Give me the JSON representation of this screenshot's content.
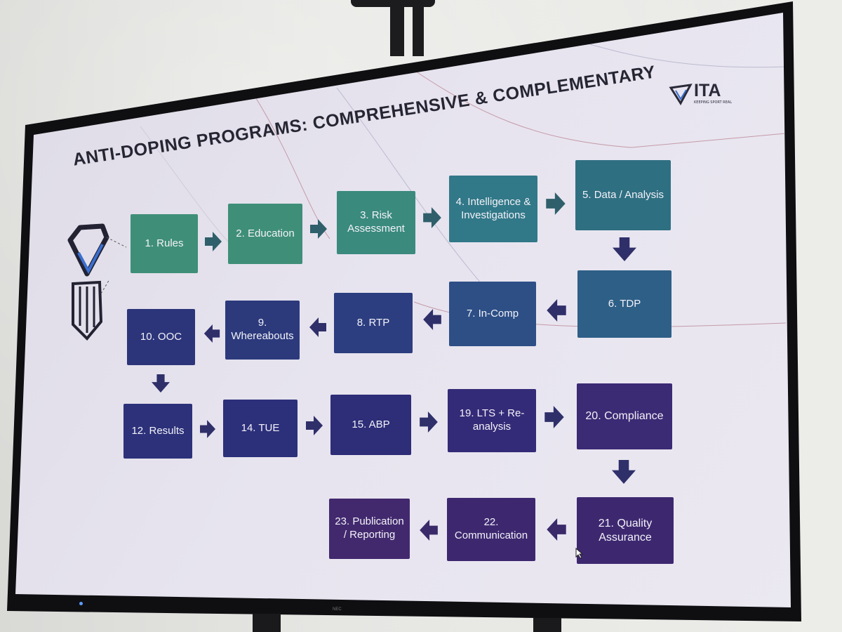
{
  "slide": {
    "title": "ANTI-DOPING PROGRAMS: COMPREHENSIVE & COMPLEMENTARY",
    "brand": {
      "name": "ITA",
      "tagline": "KEEPING SPORT REAL"
    },
    "bezel_label": "NEC"
  },
  "colors": {
    "green": "#3f8f78",
    "teal": "#2f6f82",
    "navy": "#2c2f75",
    "purple": "#3d2870",
    "arrow": "#2f2f6a",
    "title": "#262633"
  },
  "steps": [
    {
      "id": 1,
      "label": "1. Rules"
    },
    {
      "id": 2,
      "label": "2. Education"
    },
    {
      "id": 3,
      "label": "3. Risk Assessment"
    },
    {
      "id": 4,
      "label": "4. Intelligence & Investigations"
    },
    {
      "id": 5,
      "label": "5. Data / Analysis"
    },
    {
      "id": 6,
      "label": "6. TDP"
    },
    {
      "id": 7,
      "label": "7. In-Comp"
    },
    {
      "id": 8,
      "label": "8. RTP"
    },
    {
      "id": 9,
      "label": "9. Whereabouts"
    },
    {
      "id": 10,
      "label": "10. OOC"
    },
    {
      "id": 12,
      "label": "12. Results"
    },
    {
      "id": 14,
      "label": "14. TUE"
    },
    {
      "id": 15,
      "label": "15. ABP"
    },
    {
      "id": 19,
      "label": "19. LTS + Re-analysis"
    },
    {
      "id": 20,
      "label": "20. Compliance"
    },
    {
      "id": 21,
      "label": "21. Quality Assurance"
    },
    {
      "id": 22,
      "label": "22. Communication"
    },
    {
      "id": 23,
      "label": "23. Publication / Reporting"
    }
  ]
}
